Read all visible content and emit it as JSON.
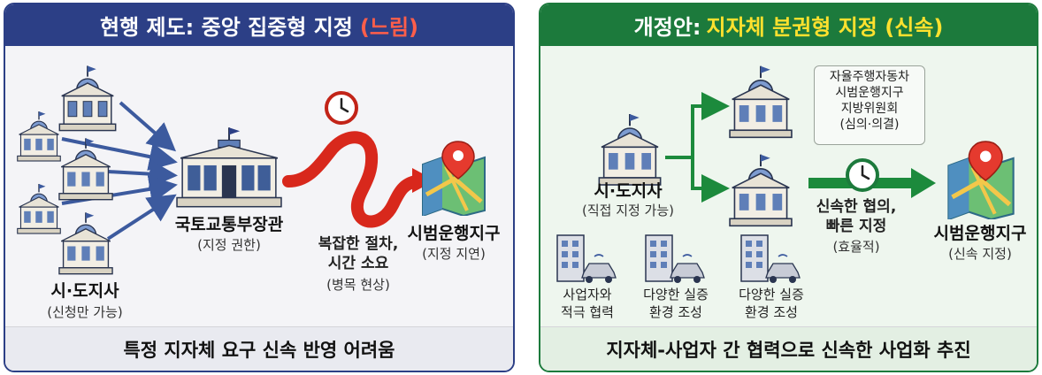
{
  "left_panel": {
    "title_main": "현행 제도: 중앙 집중형 지정",
    "title_highlight": "(느림)",
    "center_label": "국토교통부장관",
    "center_sub": "(지정 권한)",
    "source_label": "시·도지사",
    "source_sub": "(신청만 가능)",
    "process_label_1": "복잡한 절차,",
    "process_label_2": "시간 소요",
    "process_sub": "(병목 현상)",
    "target_label": "시범운행지구",
    "target_sub": "(지정 지연)",
    "footer": "특정 지자체 요구 신속 반영 어려움"
  },
  "right_panel": {
    "title_main": "개정안:",
    "title_highlight": "지자체 분권형 지정 (신속)",
    "source_label": "시·도지사",
    "source_sub": "(직접 지정 가능)",
    "committee_1": "자율주행자동차",
    "committee_2": "시범운행지구",
    "committee_3": "지방위원회",
    "committee_4": "(심의·의결)",
    "process_label_1": "신속한 협의,",
    "process_label_2": "빠른 지정",
    "process_sub": "(효율적)",
    "target_label": "시범운행지구",
    "target_sub": "(신속 지정)",
    "partner_1a": "사업자와",
    "partner_1b": "적극 협력",
    "partner_2a": "다양한 실증",
    "partner_2b": "환경 조성",
    "partner_3a": "다양한 실증",
    "partner_3b": "환경 조성",
    "footer": "지자체-사업자 간 협력으로 신속한 사업화 추진"
  },
  "colors": {
    "left_accent": "#2c3f86",
    "right_accent": "#1c7a3c",
    "slow_red": "#d8281c",
    "fast_yellow": "#ffe12e",
    "arrow_blue": "#3c5a9e",
    "arrow_green": "#1c8a3c"
  },
  "icons": [
    "government-building-icon",
    "clock-icon",
    "map-pin-icon",
    "office-building-icon",
    "car-icon"
  ]
}
